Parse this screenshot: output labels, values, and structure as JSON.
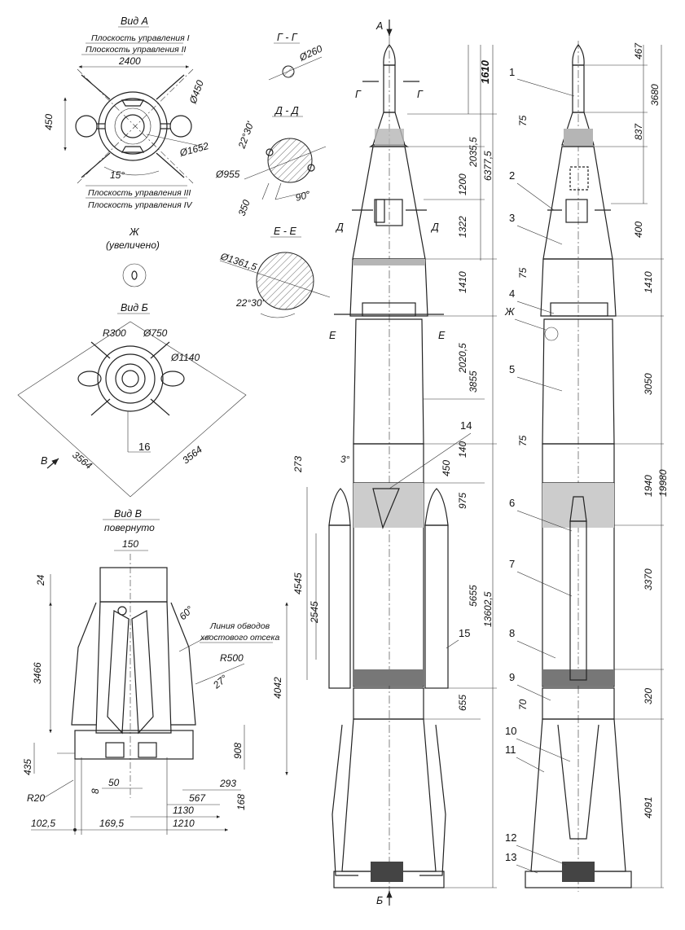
{
  "views": {
    "a": {
      "title": "Вид А",
      "plane1": "Плоскость управления I",
      "plane2": "Плоскость управления II",
      "plane3": "Плоскость управления III",
      "plane4": "Плоскость управления IV",
      "dim_width": "2400",
      "dim_left": "450",
      "dim_dia450": "Ø450",
      "dim_dia1652": "Ø1652",
      "angle": "15°"
    },
    "gg": {
      "title": "Г - Г",
      "dia": "Ø260"
    },
    "dd": {
      "title": "Д - Д",
      "angle1": "22°30'",
      "dia": "Ø955",
      "dim": "350",
      "angle2": "90°"
    },
    "ee": {
      "title": "Е - Е",
      "dia": "Ø1361,5",
      "angle": "22°30'"
    },
    "zh": {
      "title": "Ж",
      "subtitle": "(увеличено)"
    },
    "b": {
      "title": "Вид Б",
      "r300": "R300",
      "d750": "Ø750",
      "d1140": "Ø1140",
      "dim_left": "3564",
      "dim_right": "3564",
      "arrow_v": "В",
      "callout": "16"
    },
    "v": {
      "title": "Вид В",
      "subtitle": "повернуто",
      "dim150": "150",
      "dim24": "24",
      "dim3466": "3466",
      "angle60": "60°",
      "note1": "Линия обводов",
      "note2": "хвостового отсека",
      "r500": "R500",
      "angle27": "27°",
      "dim4042": "4042",
      "dim908": "908",
      "dim435": "435",
      "r20": "R20",
      "dim8": "8",
      "dim50": "50",
      "dim293": "293",
      "dim567": "567",
      "dim168": "168",
      "dim1130": "1130",
      "dim1210": "1210",
      "dim102": "102,5",
      "dim169": "169,5"
    }
  },
  "side_view": {
    "label_a": "А",
    "label_b": "Б",
    "section_g": "Г",
    "section_d": "Д",
    "section_e": "Е",
    "label_zh": "Ж",
    "callout14": "14",
    "callout15": "15",
    "angle3": "3°",
    "dims": {
      "d1610": "1610",
      "d2035": "2035,5",
      "d6377": "6377,5",
      "d1200": "1200",
      "d1322": "1322",
      "d1410": "1410",
      "d2020": "2020,5",
      "d3855": "3855",
      "d273": "273",
      "d140": "140",
      "d450": "450",
      "d975": "975",
      "d4545": "4545",
      "d2545": "2545",
      "d5655": "5655",
      "d13602": "13602,5",
      "d655": "655"
    }
  },
  "right_view": {
    "callouts": [
      "1",
      "2",
      "3",
      "4",
      "5",
      "6",
      "7",
      "8",
      "9",
      "10",
      "11",
      "12",
      "13"
    ],
    "dims": {
      "d467": "467",
      "d3680": "3680",
      "d75a": "75",
      "d837": "837",
      "d400": "400",
      "d75b": "75",
      "d1410": "1410",
      "d3050": "3050",
      "d75c": "75",
      "d1940": "1940",
      "d19980": "19980",
      "d3370": "3370",
      "d70": "70",
      "d320": "320",
      "d4091": "4091"
    }
  }
}
